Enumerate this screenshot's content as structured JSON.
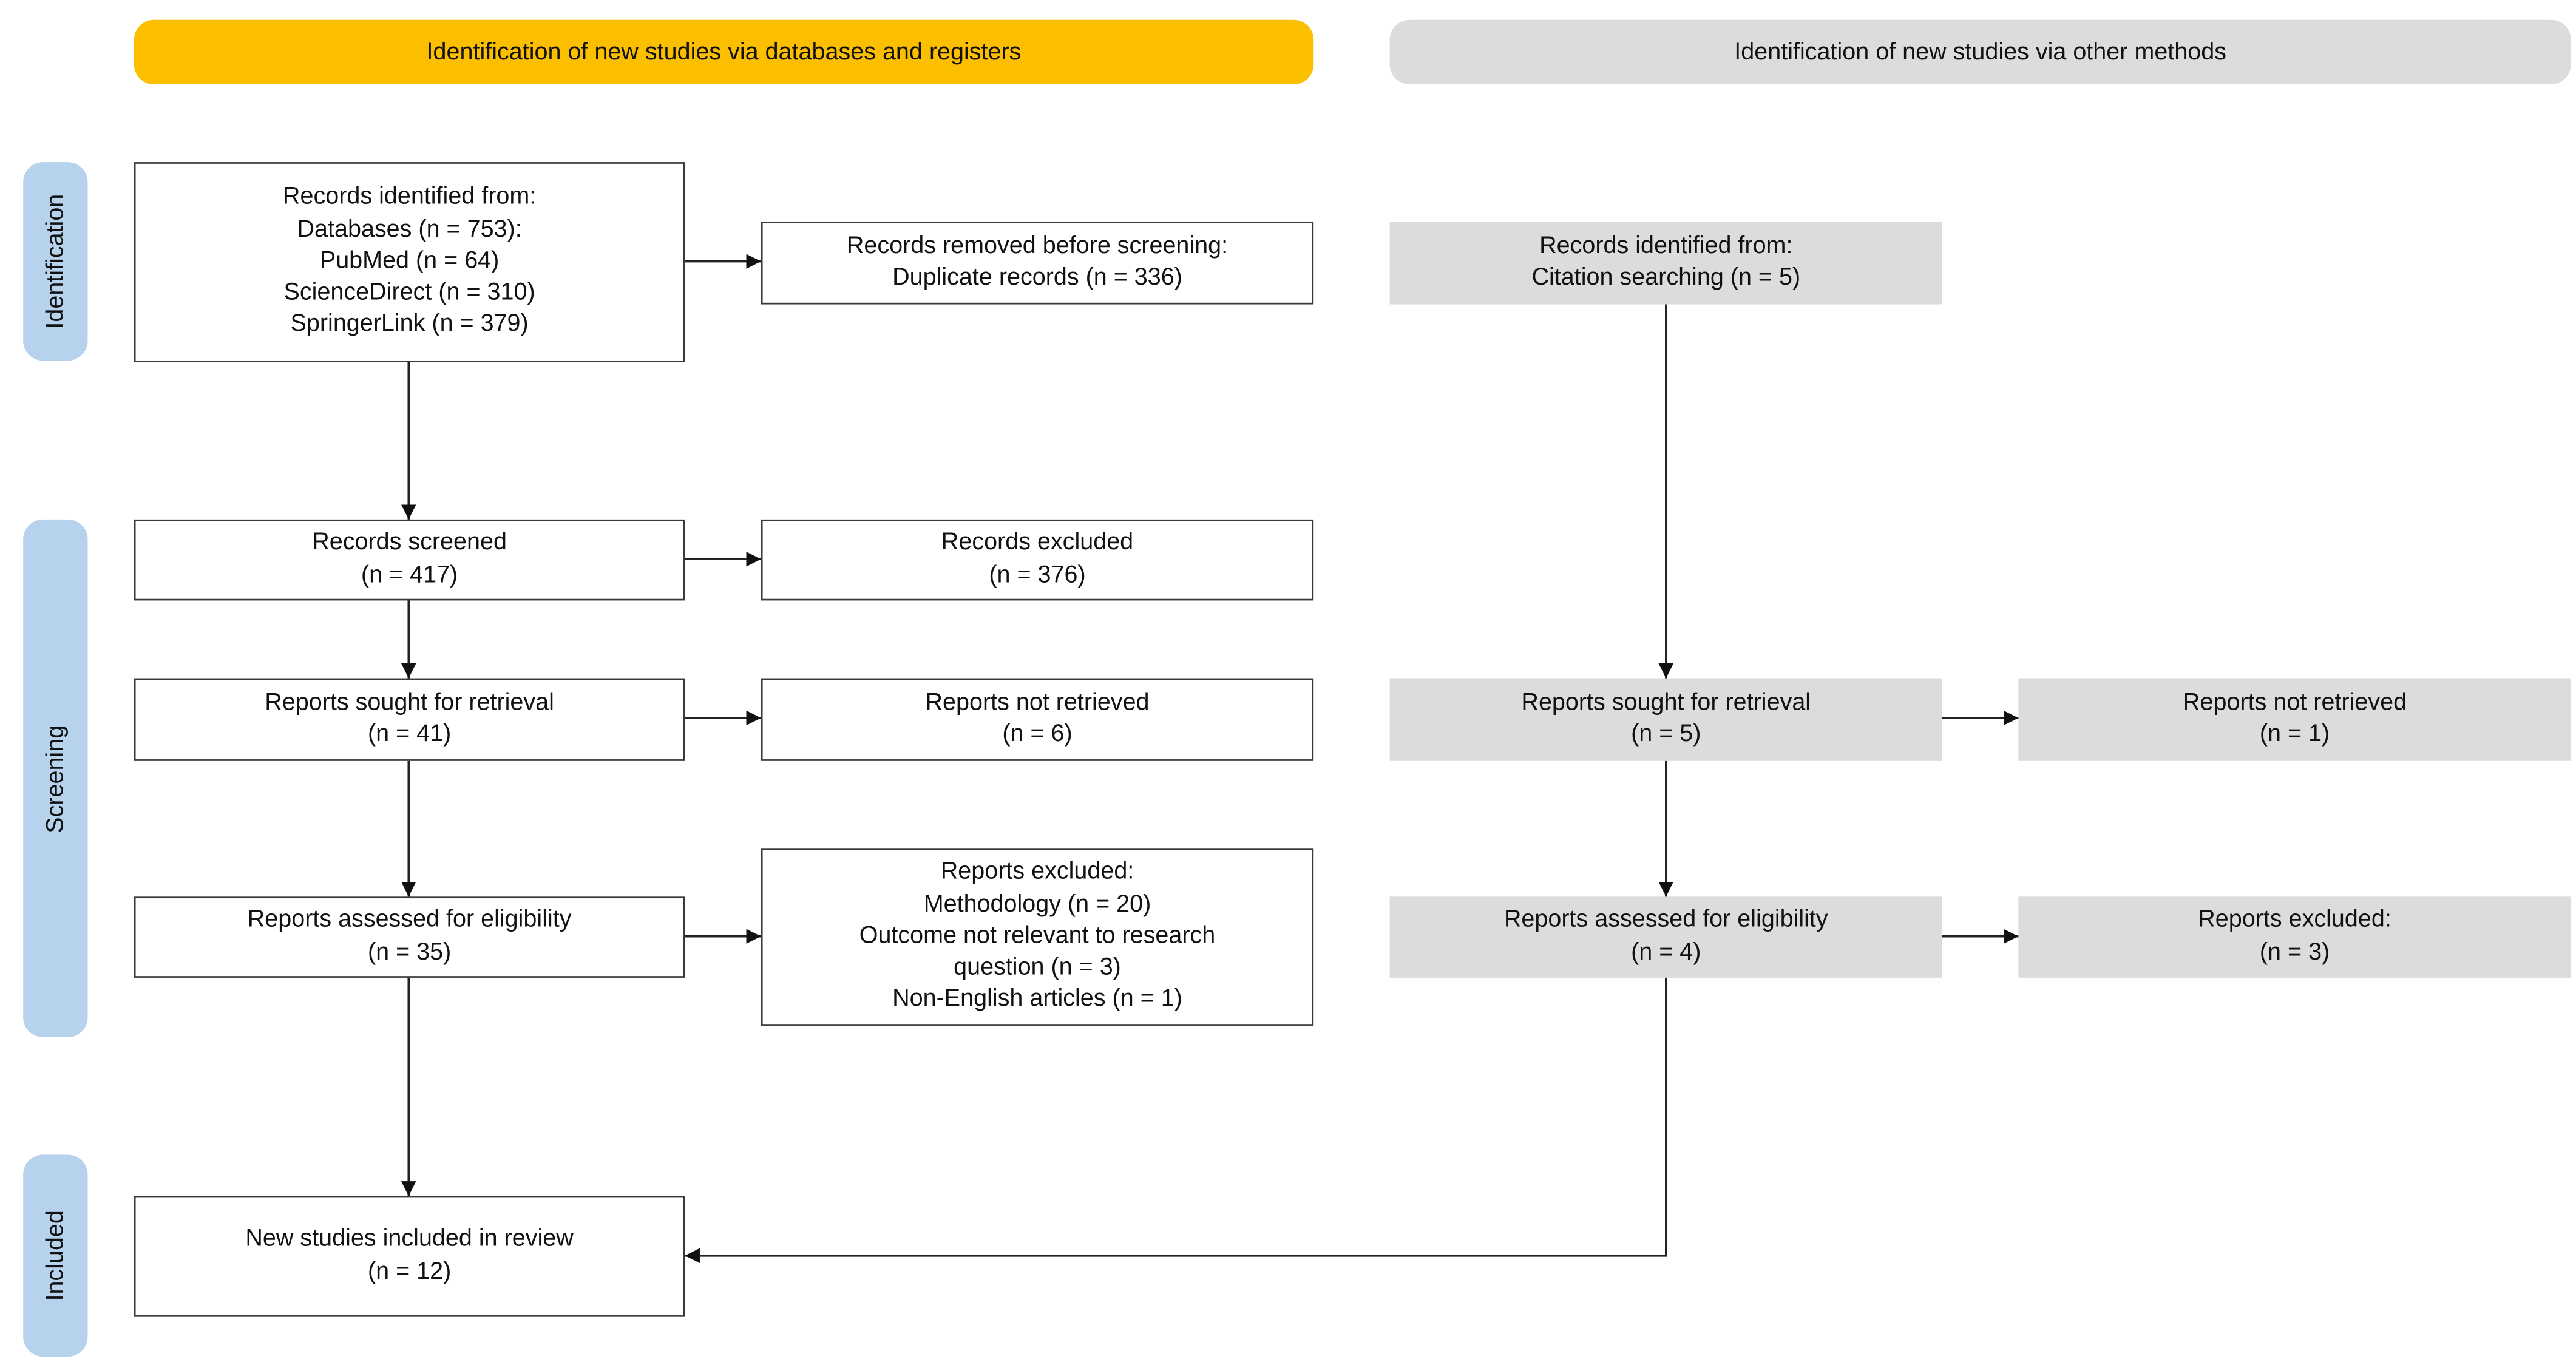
{
  "headers": {
    "databases": "Identification of new studies via databases and registers",
    "other": "Identification of new studies via other methods"
  },
  "phases": {
    "identification": "Identification",
    "screening": "Screening",
    "included": "Included"
  },
  "boxes": {
    "records_identified": [
      "Records identified from:",
      "Databases (n = 753):",
      "PubMed (n = 64)",
      "ScienceDirect (n = 310)",
      "SpringerLink (n = 379)"
    ],
    "records_removed": [
      "Records removed before screening:",
      "Duplicate records (n = 336)"
    ],
    "records_screened": [
      "Records screened",
      "(n = 417)"
    ],
    "records_excluded": [
      "Records excluded",
      "(n = 376)"
    ],
    "reports_sought": [
      "Reports sought for retrieval",
      "(n = 41)"
    ],
    "reports_not_retrieved": [
      "Reports not retrieved",
      "(n = 6)"
    ],
    "reports_assessed": [
      "Reports assessed for eligibility",
      "(n = 35)"
    ],
    "reports_excluded": [
      "Reports excluded:",
      "Methodology (n = 20)",
      "Outcome not relevant to research",
      "question (n = 3)",
      "Non-English articles (n = 1)"
    ],
    "studies_included": [
      "New studies included in review",
      "(n = 12)"
    ],
    "other_identified": [
      "Records identified from:",
      "Citation searching (n = 5)"
    ],
    "other_sought": [
      "Reports sought for retrieval",
      "(n = 5)"
    ],
    "other_not_retrieved": [
      "Reports not retrieved",
      "(n = 1)"
    ],
    "other_assessed": [
      "Reports assessed for eligibility",
      "(n = 4)"
    ],
    "other_excluded": [
      "Reports excluded:",
      "(n = 3)"
    ]
  },
  "colors": {
    "database_header": "#fcbf00",
    "other_header": "#dcdcdc",
    "phase_label": "#b6d2ec",
    "other_box_fill": "#dcdcdc",
    "border": "#3a3a3a"
  }
}
